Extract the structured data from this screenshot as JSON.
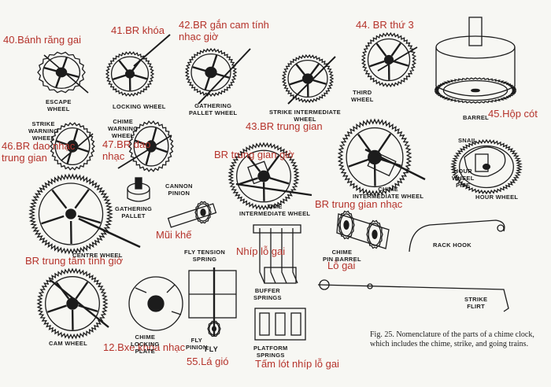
{
  "labels": {
    "viet": {
      "escape_wheel": "40.Bánh răng gai",
      "locking_wheel": "41.BR khóa",
      "gathering_cam": "42.BR gắn cam tính nhạc giờ",
      "third_wheel": "44. BR thứ 3",
      "strike_intermediate": "43.BR trung gian",
      "barrel": "45.Hộp cót",
      "strike_warning": "46.BR dao nhạc trung gian",
      "chime_warning": "47.BR dao nhạc",
      "time_intermediate": "BR trung gian giờ",
      "chime_intermediate": "BR trung gian nhạc",
      "cannon_pinion": "Mũi khế",
      "hammer_springs": "Nhíp lỗ gai",
      "chime_pin_barrel": "Lỗ gai",
      "centre_wheel": "BR trung tâm tính giờ",
      "chime_locking": "12.Bxe khóa nhạc",
      "fly": "55.Lá gió",
      "platform_springs": "Tấm lót nhíp lỗ gai"
    },
    "eng": {
      "escape_wheel": "ESCAPE\nWHEEL",
      "locking_wheel": "LOCKING WHEEL",
      "gathering_pallet_wheel": "GATHERING\nPALLET WHEEL",
      "strike_intermediate_wheel": "STRIKE INTERMEDIATE\nWHEEL",
      "third_wheel": "THIRD\nWHEEL",
      "barrel": "BARREL",
      "strike_warning_wheel": "STRIKE\nWARNING\nWHEEL",
      "chime_warning_wheel": "CHIME\nWARNING\nWHEEL",
      "cannon_pinion": "CANNON\nPINION",
      "gathering_pallet": "GATHERING\nPALLET",
      "snail": "SNAIL",
      "hour_wheel_pipe": "HOUR\nWHEEL\nPIPE",
      "hour_wheel": "HOUR WHEEL",
      "chime_intermediate_wheel": "CHIME\nINTERMEDIATE WHEEL",
      "time_intermediate_wheel": "TIME\nINTERMEDIATE WHEEL",
      "centre_wheel": "CENTRE WHEEL",
      "fly_tension_spring": "FLY TENSION\nSPRING",
      "chime_pin_barrel": "CHIME\nPIN BARREL",
      "rack_hook": "RACK HOOK",
      "buffer_springs": "BUFFER\nSPRINGS",
      "strike_flirt": "STRIKE\nFLIRT",
      "cam_wheel": "CAM WHEEL",
      "chime_locking_plate": "CHIME\nLOCKING\nPLATE",
      "fly_pinion": "FLY\nPINION",
      "fly": "FLY",
      "platform_springs": "PLATFORM\nSPRINGS"
    }
  },
  "caption": "Fig. 25.  Nomenclature of the parts of a chime clock, which includes the chime, strike, and going trains.",
  "colors": {
    "label_red": "#b5332b",
    "ink": "#1c1c1c",
    "paper": "#f7f7f3"
  }
}
